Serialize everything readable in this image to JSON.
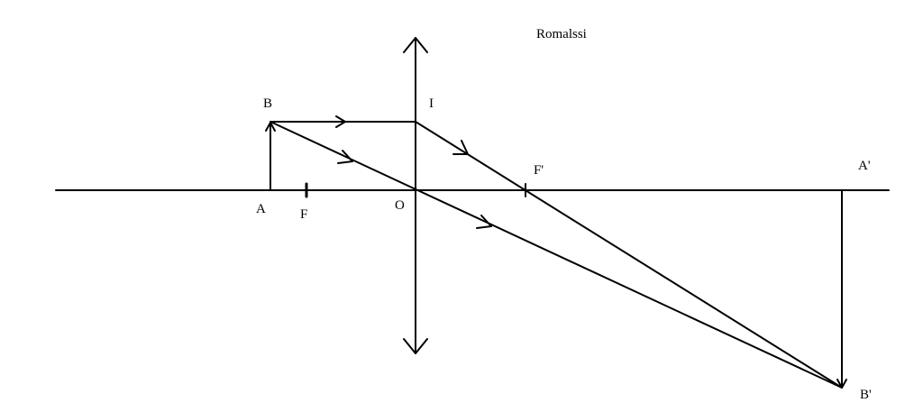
{
  "author": "Romalssi",
  "points": {
    "A": "A",
    "B": "B",
    "F": "F",
    "O": "O",
    "I": "I",
    "F_prime": "F'",
    "A_prime": "A'",
    "B_prime": "B'"
  },
  "colors": {
    "ink": "#000000",
    "background": "#ffffff"
  }
}
